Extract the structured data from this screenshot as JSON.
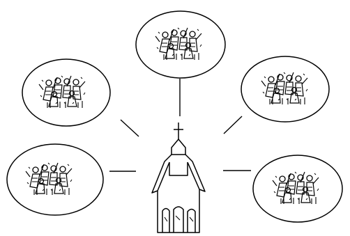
{
  "diagram": {
    "central_node": {
      "kind": "church",
      "icon": "church-icon",
      "topper": "cross-icon"
    },
    "satellite_nodes": [
      {
        "id": "group-top",
        "icon": "people-group-icon"
      },
      {
        "id": "group-upper-left",
        "icon": "people-group-icon"
      },
      {
        "id": "group-upper-right",
        "icon": "people-group-icon"
      },
      {
        "id": "group-lower-left",
        "icon": "people-group-icon"
      },
      {
        "id": "group-lower-right",
        "icon": "people-group-icon"
      }
    ],
    "connectors": [
      {
        "from": "group-top",
        "to": "church"
      },
      {
        "from": "group-upper-left",
        "to": "church"
      },
      {
        "from": "group-upper-right",
        "to": "church"
      },
      {
        "from": "group-lower-left",
        "to": "church"
      },
      {
        "from": "group-lower-right",
        "to": "church"
      }
    ],
    "colors": {
      "stroke": "#000000",
      "background": "#ffffff"
    }
  }
}
